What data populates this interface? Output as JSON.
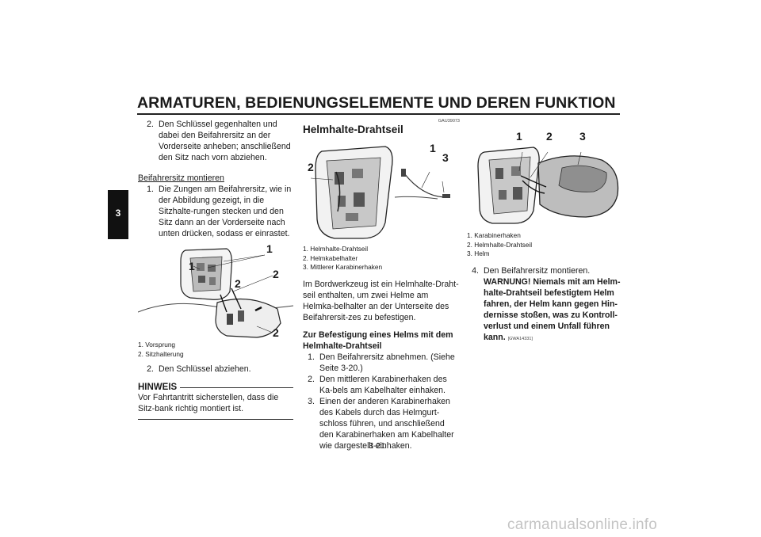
{
  "header": {
    "title": "ARMATUREN, BEDIENUNGSELEMENTE UND DEREN FUNKTION"
  },
  "side_tab": {
    "number": "3"
  },
  "col1": {
    "step2_num": "2.",
    "step2_text": "Den Schlüssel gegenhalten und dabei den Beifahrersitz an der Vorderseite anheben; anschließend den Sitz nach vorn abziehen.",
    "mount_heading": "Beifahrersitz montieren",
    "mount_step1_num": "1.",
    "mount_step1_text": "Die Zungen am Beifahrersitz, wie in der Abbildung gezeigt, in die Sitzhalte-rungen stecken und den Sitz dann an der Vorderseite nach unten drücken, sodass er einrastet.",
    "fig_labels": {
      "a": "1",
      "b": "1",
      "c": "2",
      "d": "2",
      "e": "2"
    },
    "captions": [
      "1.  Vorsprung",
      "2.  Sitzhalterung"
    ],
    "mount_step2_num": "2.",
    "mount_step2_text": "Den Schlüssel abziehen.",
    "note_label": "HINWEIS",
    "note_text": "Vor Fahrtantritt sicherstellen, dass die Sitz-bank richtig montiert ist."
  },
  "col2": {
    "code": "GAU39073",
    "heading": "Helmhalte-Drahtseil",
    "fig_labels": {
      "a": "2",
      "b": "1",
      "c": "3"
    },
    "captions": [
      "1.  Helmhalte-Drahtseil",
      "2.  Helmkabelhalter",
      "3.  Mittlerer Karabinerhaken"
    ],
    "body": "Im Bordwerkzeug ist ein Helmhalte-Draht-seil enthalten, um zwei Helme am Helmka-belhalter an der Unterseite des Beifahrersit-zes zu befestigen.",
    "subheading": "Zur Befestigung eines Helms mit dem Helmhalte-Drahtseil",
    "steps": [
      {
        "num": "1.",
        "text": "Den Beifahrersitz abnehmen. (Siehe Seite 3-20.)"
      },
      {
        "num": "2.",
        "text": "Den mittleren Karabinerhaken des Ka-bels am Kabelhalter einhaken."
      },
      {
        "num": "3.",
        "text": "Einen der anderen Karabinerhaken des Kabels durch das Helmgurt-schloss führen, und anschließend den Karabinerhaken am Kabelhalter wie dargestellt einhaken."
      }
    ]
  },
  "col3": {
    "fig_labels": {
      "a": "1",
      "b": "2",
      "c": "3"
    },
    "captions": [
      "1.  Karabinerhaken",
      "2.  Helmhalte-Drahtseil",
      "3.  Helm"
    ],
    "step4_num": "4.",
    "step4_text": "Den Beifahrersitz montieren.",
    "warning": "WARNUNG! Niemals mit am Helm-halte-Drahtseil befestigtem Helm fahren, der Helm kann gegen Hin-dernisse stoßen, was zu Kontroll-verlust und einem Unfall führen kann.",
    "warning_code": "[GWA14331]"
  },
  "footer": {
    "page_number": "3-21",
    "watermark": "carmanualsonline.info"
  }
}
